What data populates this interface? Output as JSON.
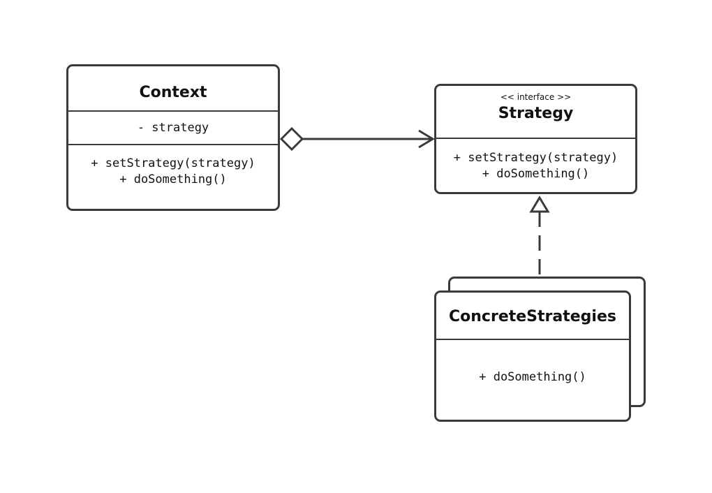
{
  "diagram": {
    "type": "uml-class-diagram",
    "classes": {
      "context": {
        "name": "Context",
        "attributes": [
          "- strategy"
        ],
        "methods": [
          "+ setStrategy(strategy)",
          "+ doSomething()"
        ]
      },
      "strategy": {
        "stereotype": "<< interface >>",
        "name": "Strategy",
        "methods": [
          "+ setStrategy(strategy)",
          "+ doSomething()"
        ]
      },
      "concrete": {
        "name": "ConcreteStrategies",
        "methods": [
          "+ doSomething()"
        ]
      }
    },
    "relationships": [
      {
        "from": "Context",
        "to": "Strategy",
        "type": "aggregation"
      },
      {
        "from": "ConcreteStrategies",
        "to": "Strategy",
        "type": "realization"
      }
    ],
    "colors": {
      "stroke": "#3a3a3a",
      "background": "#ffffff",
      "text": "#111111"
    }
  }
}
